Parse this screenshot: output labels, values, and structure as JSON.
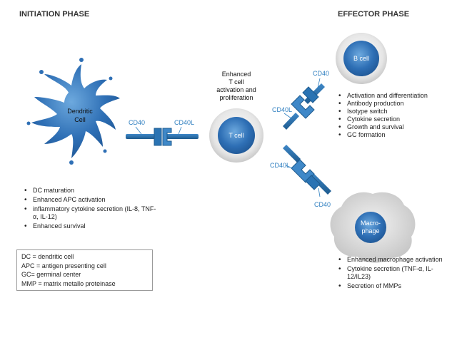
{
  "phases": {
    "initiation": "INITIATION PHASE",
    "effector": "EFFECTOR PHASE"
  },
  "cells": {
    "dendritic": [
      "Dendritic",
      "Cell"
    ],
    "t_cell": "T cell",
    "b_cell": "B cell",
    "macrophage": [
      "Macro-",
      "phage"
    ]
  },
  "t_cell_caption": [
    "Enhanced",
    "T cell",
    "activation and",
    "proliferation"
  ],
  "receptors": {
    "cd40": "CD40",
    "cd40l": "CD40L"
  },
  "dc_effects": [
    "DC maturation",
    "Enhanced APC activation",
    "inflammatory cytokine secretion (IL-8, TNF-α, IL-12)",
    "Enhanced survival"
  ],
  "b_cell_effects": [
    "Activation and differentiation",
    "Antibody production",
    "Isotype switch",
    "Cytokine secretion",
    "Growth and survival",
    "GC formation"
  ],
  "macrophage_effects": [
    "Enhanced macrophage activation",
    "Cytokine secretion (TNF-α, IL-12/IL23)",
    "Secretion of MMPs"
  ],
  "legend": [
    "DC = dendritic cell",
    "APC = antigen presenting cell",
    "GC= germinal center",
    "MMP = matrix metallo proteinase"
  ],
  "colors": {
    "cell_blue": "#2e6fb5",
    "receptor_blue": "#2f7fc0",
    "connector": "#1e5b8f"
  }
}
